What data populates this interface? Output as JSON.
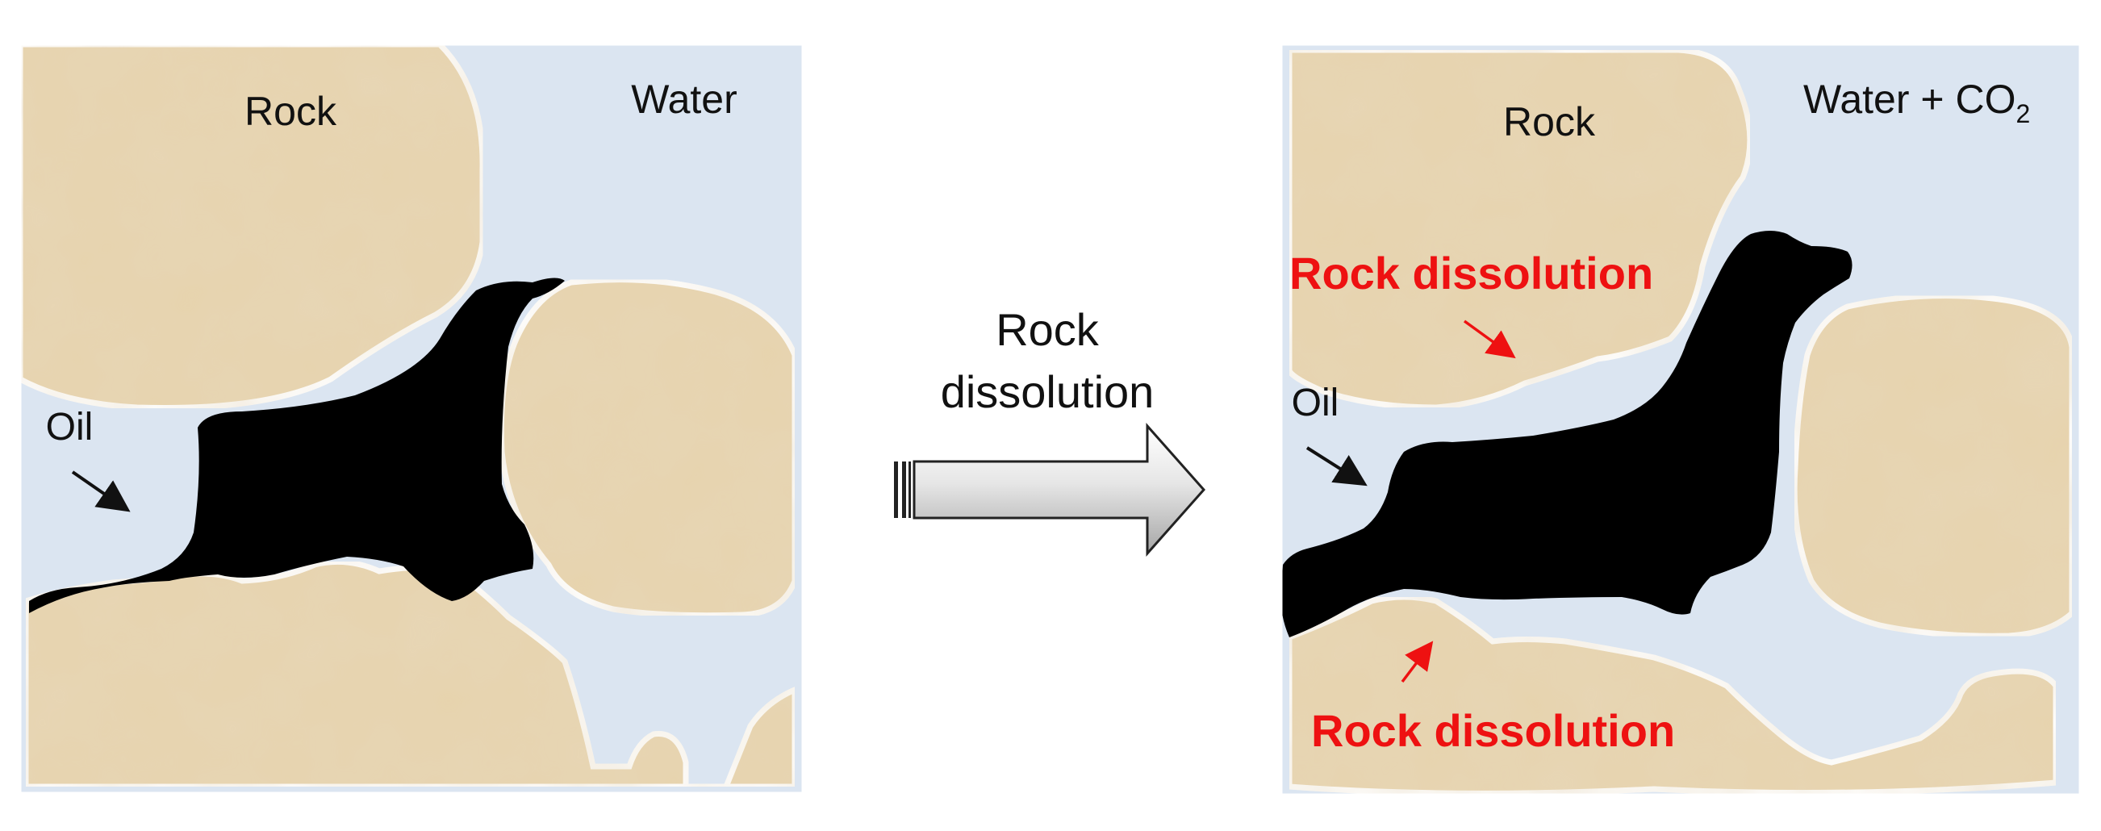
{
  "left_panel": {
    "rock_label": "Rock",
    "water_label": "Water",
    "oil_label": "Oil"
  },
  "transition": {
    "label_line1": "Rock",
    "label_line2": "dissolution"
  },
  "right_panel": {
    "rock_label": "Rock",
    "water_label_main": "Water + CO",
    "water_label_sub": "2",
    "oil_label": "Oil",
    "dissolution_top": "Rock dissolution",
    "dissolution_bottom": "Rock dissolution"
  },
  "colors": {
    "water": "#dbe5f1",
    "rock_base": "#e7d3ad",
    "rock_dark": "#cdb286",
    "oil": "#000000",
    "highlight_red": "#ee1111",
    "arrow_fill_light": "#f2f2f2",
    "arrow_fill_dark": "#a6a6a6"
  }
}
